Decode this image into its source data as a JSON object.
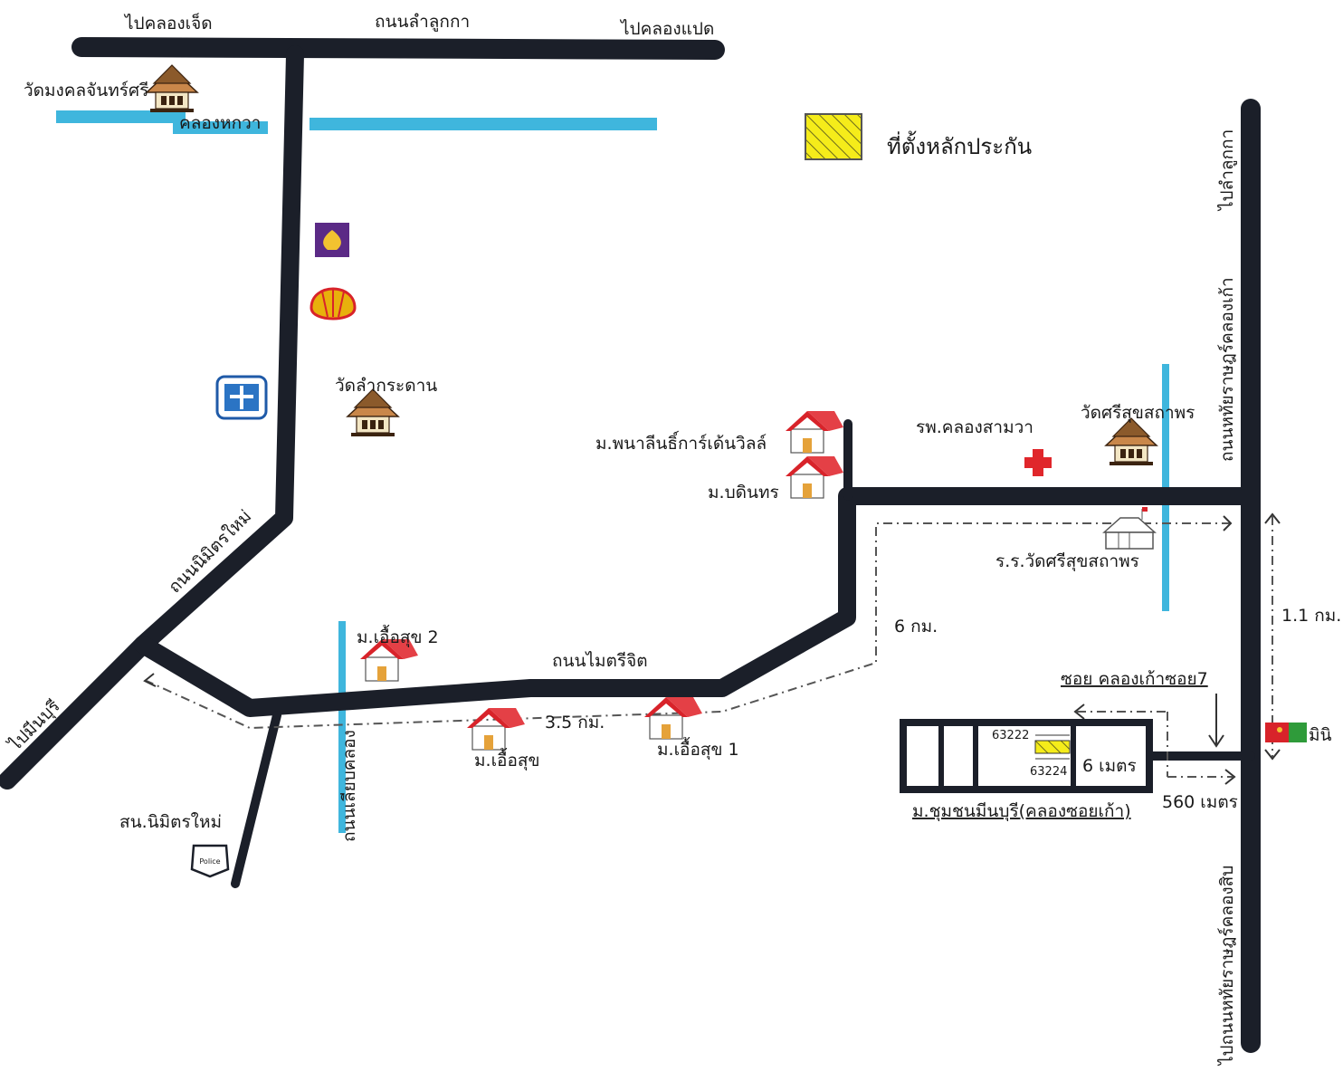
{
  "labels": {
    "to_khlong_7": "ไปคลองเจ็ด",
    "road_lam_luk_ka": "ถนนลำลูกกา",
    "to_khlong_8": "ไปคลองแปด",
    "wat_mongkhon": "วัดมงคลจันทร์ศรี",
    "khlong_hok_wa": "คลองหกวา",
    "wat_lam_kradan": "วัดลำกระดาน",
    "road_nimit_mai": "ถนนนิมิตรใหม่",
    "to_min_buri": "ไปมีนบุรี",
    "police_station": "สน.นิมิตรใหม่",
    "moo_uea_suk_2": "ม.เอื้อสุข 2",
    "khlong_road": "ถนนเลียบคลอง",
    "moo_uea_suk": "ม.เอื้อสุข",
    "dist_3_5": "3.5 กม.",
    "moo_uea_suk_1": "ม.เอื้อสุข 1",
    "road_mai_sri_chit": "ถนนไมตรีจิต",
    "moo_panalee": "ม.พนาลีนธิ์การ์เด้นวิลล์",
    "moo_bodin": "ม.บดินทร",
    "dist_6": "6 กม.",
    "hospital": "รพ.คลองสามวา",
    "wat_srisuk": "วัดศรีสุขสถาพร",
    "school": "ร.ร.วัดศรีสุขสถาพร",
    "to_lam_luk_ka": "ไปลำลูกกา",
    "road_khlong_kao": "ถนนหทัยราษฎร์คลองเก้า",
    "dist_1_1": "1.1 กม.",
    "soi_label": "ซอย คลองเก้าซอย7",
    "mini": "มินิ",
    "lot_1": "63222",
    "lot_2": "63224",
    "dist_6m": "6 เมตร",
    "dist_560m": "560 เมตร",
    "village_name": "ม.ชุมชนมีนบุรี(คลองซอยเก้า)",
    "to_khlong_sip": "ไปถนนหทัยราษฎร์คลองสิบ",
    "legend_text": "ที่ตั้งหลักประกัน",
    "police_badge": "Police"
  },
  "colors": {
    "road": "#1b1f29",
    "canal": "#3fb6dd",
    "legend_fill": "#f5ec1a",
    "roof": "#d8232a",
    "temple_roof": "#c9874a",
    "hospital_cross": "#e0262b",
    "bank": "#5b2a86",
    "shell": "#e8b10c"
  },
  "icons": [
    "temple-icon",
    "bank-icon",
    "shell-icon",
    "hospital-icon",
    "house-icon",
    "school-icon",
    "police-icon",
    "flag-icon"
  ]
}
